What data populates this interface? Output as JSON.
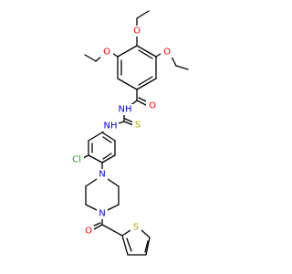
{
  "atoms": {
    "o_top": {
      "symbol": "O",
      "color": "#ff0000"
    },
    "o_left": {
      "symbol": "O",
      "color": "#ff0000"
    },
    "o_right": {
      "symbol": "O",
      "color": "#ff0000"
    },
    "o_amide": {
      "symbol": "O",
      "color": "#ff0000"
    },
    "nh_amide": {
      "symbol": "NH",
      "color": "#0000ff"
    },
    "nh_thio": {
      "symbol": "NH",
      "color": "#0000ff"
    },
    "s_thione": {
      "symbol": "S",
      "color": "#b8a000"
    },
    "cl": {
      "symbol": "Cl",
      "color": "#00b000"
    },
    "n_pip_top": {
      "symbol": "N",
      "color": "#0000ff"
    },
    "n_pip_bottom": {
      "symbol": "N",
      "color": "#0000ff"
    },
    "o_ketone": {
      "symbol": "O",
      "color": "#ff0000"
    },
    "s_thiophene": {
      "symbol": "S",
      "color": "#b8a000"
    }
  }
}
